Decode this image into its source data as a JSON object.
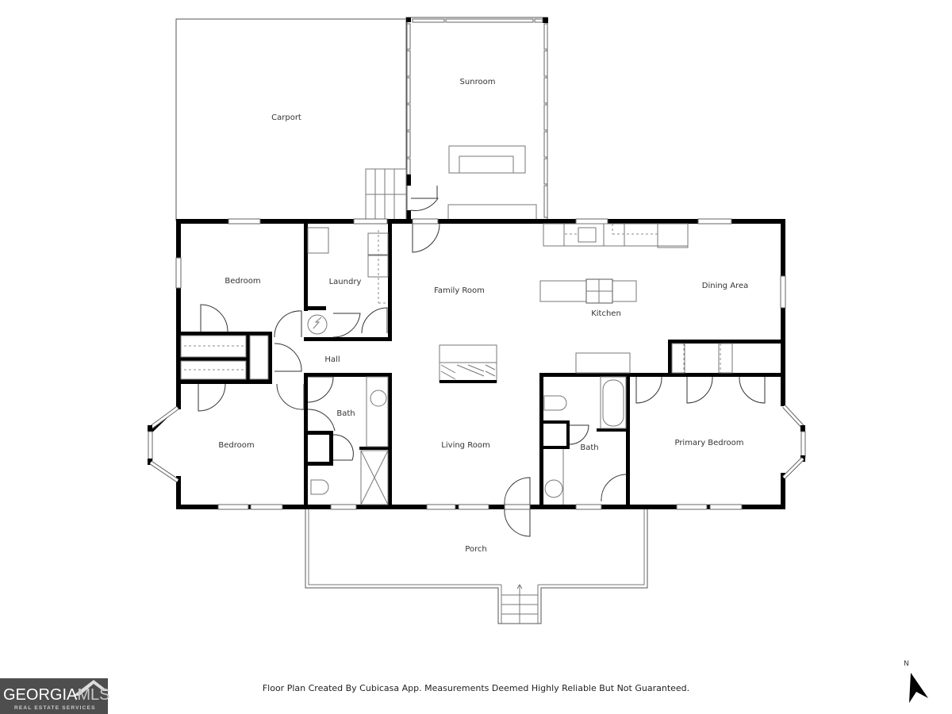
{
  "rooms": {
    "carport": "Carport",
    "sunroom": "Sunroom",
    "bedroom_1": "Bedroom",
    "laundry": "Laundry",
    "family_room": "Family Room",
    "kitchen": "Kitchen",
    "dining_area": "Dining Area",
    "hall": "Hall",
    "bedroom_2": "Bedroom",
    "bath_1": "Bath",
    "living_room": "Living Room",
    "bath_2": "Bath",
    "primary_bedroom": "Primary Bedroom",
    "porch": "Porch"
  },
  "footer": {
    "disclaimer": "Floor Plan Created By Cubicasa App. Measurements Deemed Highly Reliable But Not Guaranteed."
  },
  "logo": {
    "main_bold": "GEORGIA",
    "main_light": "MLS",
    "subtitle": "REAL ESTATE SERVICES"
  },
  "compass": {
    "label": "N",
    "icon": "north-arrow-icon"
  }
}
